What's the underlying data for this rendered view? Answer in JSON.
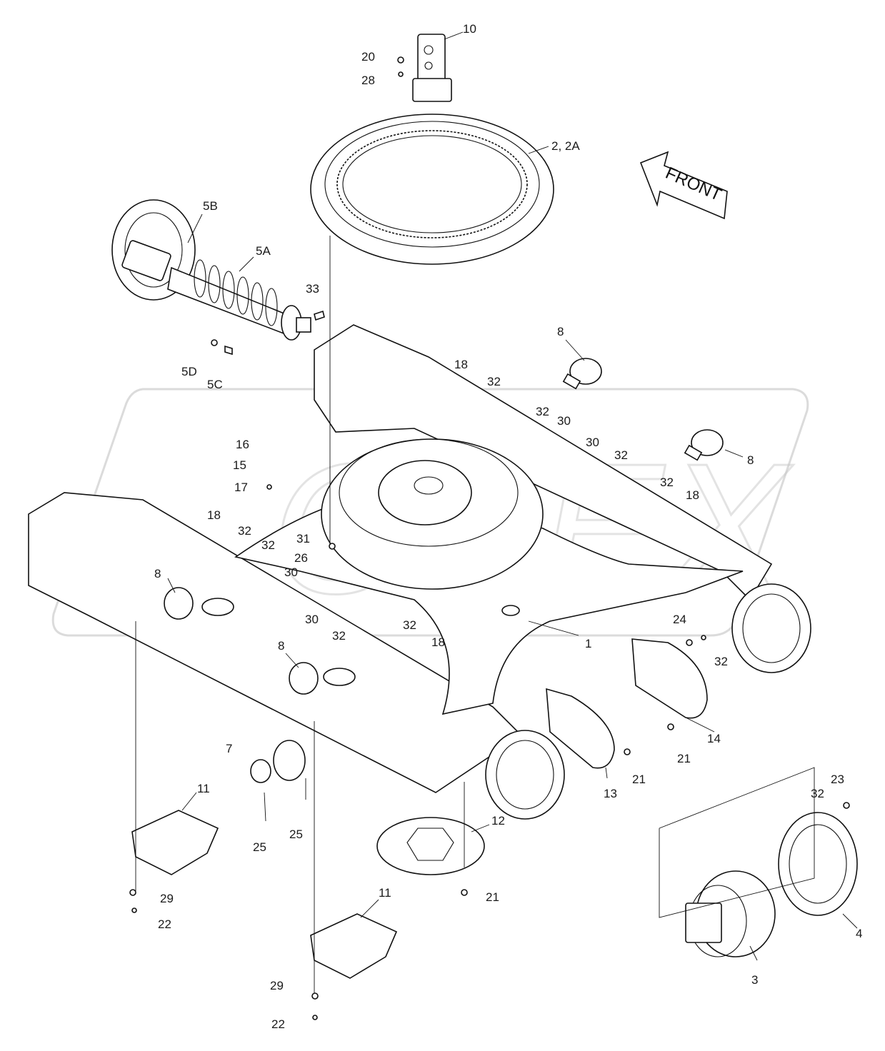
{
  "diagram": {
    "front_arrow_label": "FRONT",
    "watermark_text": "OPEX",
    "callouts": [
      {
        "id": "c10",
        "text": "10"
      },
      {
        "id": "c20",
        "text": "20"
      },
      {
        "id": "c28",
        "text": "28"
      },
      {
        "id": "c2",
        "text": "2, 2A"
      },
      {
        "id": "c5b",
        "text": "5B"
      },
      {
        "id": "c5a",
        "text": "5A"
      },
      {
        "id": "c33",
        "text": "33"
      },
      {
        "id": "c5d",
        "text": "5D"
      },
      {
        "id": "c5c",
        "text": "5C"
      },
      {
        "id": "c8a",
        "text": "8"
      },
      {
        "id": "c18a",
        "text": "18"
      },
      {
        "id": "c32a",
        "text": "32"
      },
      {
        "id": "c32b",
        "text": "32"
      },
      {
        "id": "c30a",
        "text": "30"
      },
      {
        "id": "c30b",
        "text": "30"
      },
      {
        "id": "c32c",
        "text": "32"
      },
      {
        "id": "c8b",
        "text": "8"
      },
      {
        "id": "c32d",
        "text": "32"
      },
      {
        "id": "c18b",
        "text": "18"
      },
      {
        "id": "c16",
        "text": "16"
      },
      {
        "id": "c15",
        "text": "15"
      },
      {
        "id": "c17",
        "text": "17"
      },
      {
        "id": "c18c",
        "text": "18"
      },
      {
        "id": "c32e",
        "text": "32"
      },
      {
        "id": "c32f",
        "text": "32"
      },
      {
        "id": "c30c",
        "text": "30"
      },
      {
        "id": "c31",
        "text": "31"
      },
      {
        "id": "c26",
        "text": "26"
      },
      {
        "id": "c8c",
        "text": "8"
      },
      {
        "id": "c30d",
        "text": "30"
      },
      {
        "id": "c32g",
        "text": "32"
      },
      {
        "id": "c32h",
        "text": "32"
      },
      {
        "id": "c18d",
        "text": "18"
      },
      {
        "id": "c8d",
        "text": "8"
      },
      {
        "id": "c1",
        "text": "1"
      },
      {
        "id": "c24",
        "text": "24"
      },
      {
        "id": "c32i",
        "text": "32"
      },
      {
        "id": "c14",
        "text": "14"
      },
      {
        "id": "c21a",
        "text": "21"
      },
      {
        "id": "c7",
        "text": "7"
      },
      {
        "id": "c13",
        "text": "13"
      },
      {
        "id": "c21b",
        "text": "21"
      },
      {
        "id": "c11a",
        "text": "11"
      },
      {
        "id": "c25a",
        "text": "25"
      },
      {
        "id": "c25b",
        "text": "25"
      },
      {
        "id": "c12",
        "text": "12"
      },
      {
        "id": "c21c",
        "text": "21"
      },
      {
        "id": "c23",
        "text": "23"
      },
      {
        "id": "c32j",
        "text": "32"
      },
      {
        "id": "c4",
        "text": "4"
      },
      {
        "id": "c3",
        "text": "3"
      },
      {
        "id": "c29a",
        "text": "29"
      },
      {
        "id": "c22a",
        "text": "22"
      },
      {
        "id": "c11b",
        "text": "11"
      },
      {
        "id": "c29b",
        "text": "29"
      },
      {
        "id": "c22b",
        "text": "22"
      }
    ]
  }
}
